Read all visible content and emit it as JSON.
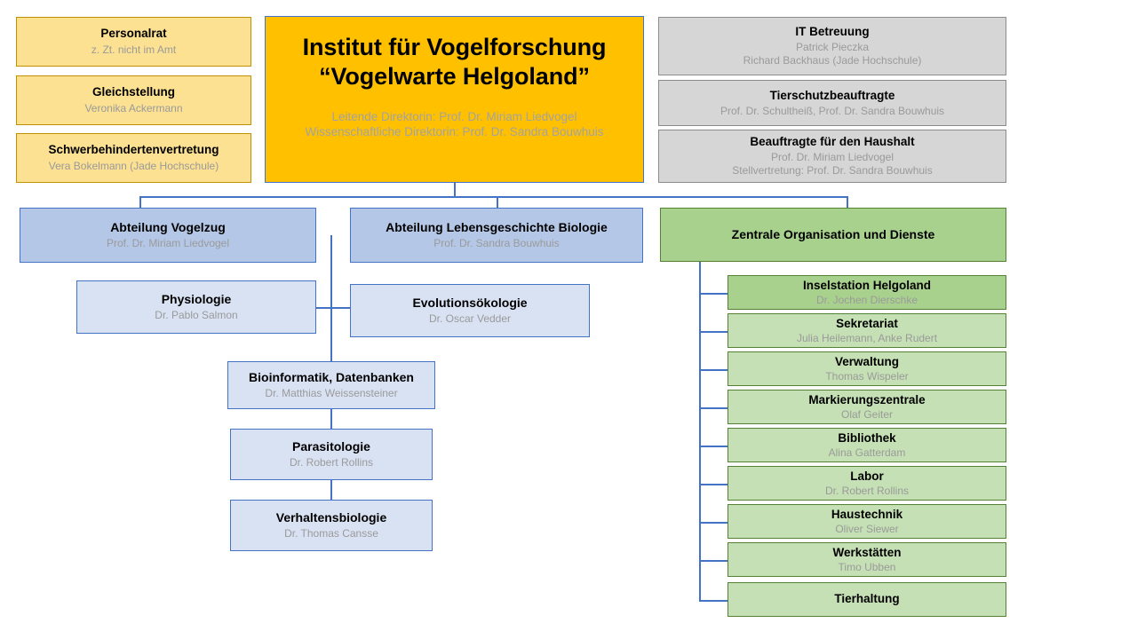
{
  "committees": [
    {
      "title": "Personalrat",
      "person": "z. Zt. nicht im Amt"
    },
    {
      "title": "Gleichstellung",
      "person": "Veronika Ackermann"
    },
    {
      "title": "Schwerbehindertenvertretung",
      "person": "Vera Bokelmann (Jade Hochschule)"
    }
  ],
  "institute": {
    "name_line1": "Institut für Vogelforschung",
    "name_line2": "“Vogelwarte Helgoland”",
    "director_line1": "Leitende Direktorin: Prof. Dr. Miriam Liedvogel",
    "director_line2": "Wissenschaftliche Direktorin: Prof. Dr. Sandra Bouwhuis"
  },
  "staff_roles": [
    {
      "title": "IT Betreuung",
      "person_line1": "Patrick Pieczka",
      "person_line2": "Richard Backhaus (Jade Hochschule)"
    },
    {
      "title": "Tierschutzbeauftragte",
      "person_line1": "Prof. Dr. Schultheiß, Prof. Dr. Sandra Bouwhuis",
      "person_line2": ""
    },
    {
      "title": "Beauftragte für den Haushalt",
      "person_line1": "Prof. Dr. Miriam Liedvogel",
      "person_line2": "Stellvertretung: Prof. Dr. Sandra Bouwhuis"
    }
  ],
  "departments": [
    {
      "title": "Abteilung Vogelzug",
      "person": "Prof. Dr. Miriam Liedvogel"
    },
    {
      "title": "Abteilung Lebensgeschichte Biologie",
      "person": "Prof. Dr. Sandra Bouwhuis"
    }
  ],
  "research_groups": [
    {
      "title": "Physiologie",
      "person": "Dr. Pablo Salmon"
    },
    {
      "title": "Evolutionsökologie",
      "person": "Dr. Oscar Vedder"
    },
    {
      "title": "Bioinformatik, Datenbanken",
      "person": "Dr. Matthias Weissensteiner"
    },
    {
      "title": "Parasitologie",
      "person": "Dr. Robert Rollins"
    },
    {
      "title": "Verhaltensbiologie",
      "person": "Dr. Thomas Cansse"
    }
  ],
  "services": {
    "header": "Zentrale Organisation und Dienste",
    "items": [
      {
        "title": "Inselstation Helgoland",
        "person": "Dr. Jochen Dierschke"
      },
      {
        "title": "Sekretariat",
        "person": "Julia Heilemann, Anke Rudert"
      },
      {
        "title": "Verwaltung",
        "person": "Thomas Wispeler"
      },
      {
        "title": "Markierungszentrale",
        "person": "Olaf Geiter"
      },
      {
        "title": "Bibliothek",
        "person": "Alina Gatterdam"
      },
      {
        "title": "Labor",
        "person": "Dr. Robert Rollins"
      },
      {
        "title": "Haustechnik",
        "person": "Oliver Siewer"
      },
      {
        "title": "Werkstätten",
        "person": "Timo Ubben"
      },
      {
        "title": "Tierhaltung",
        "person": ""
      }
    ]
  },
  "colors": {
    "committee_fill": "#FCE192",
    "institute_fill": "#FFC000",
    "staff_fill": "#D6D6D6",
    "department_fill": "#B4C7E7",
    "group_fill": "#D9E2F3",
    "services_header_fill": "#A9D18E",
    "services_item_fill": "#C5E0B4",
    "connector": "#4472C4"
  }
}
